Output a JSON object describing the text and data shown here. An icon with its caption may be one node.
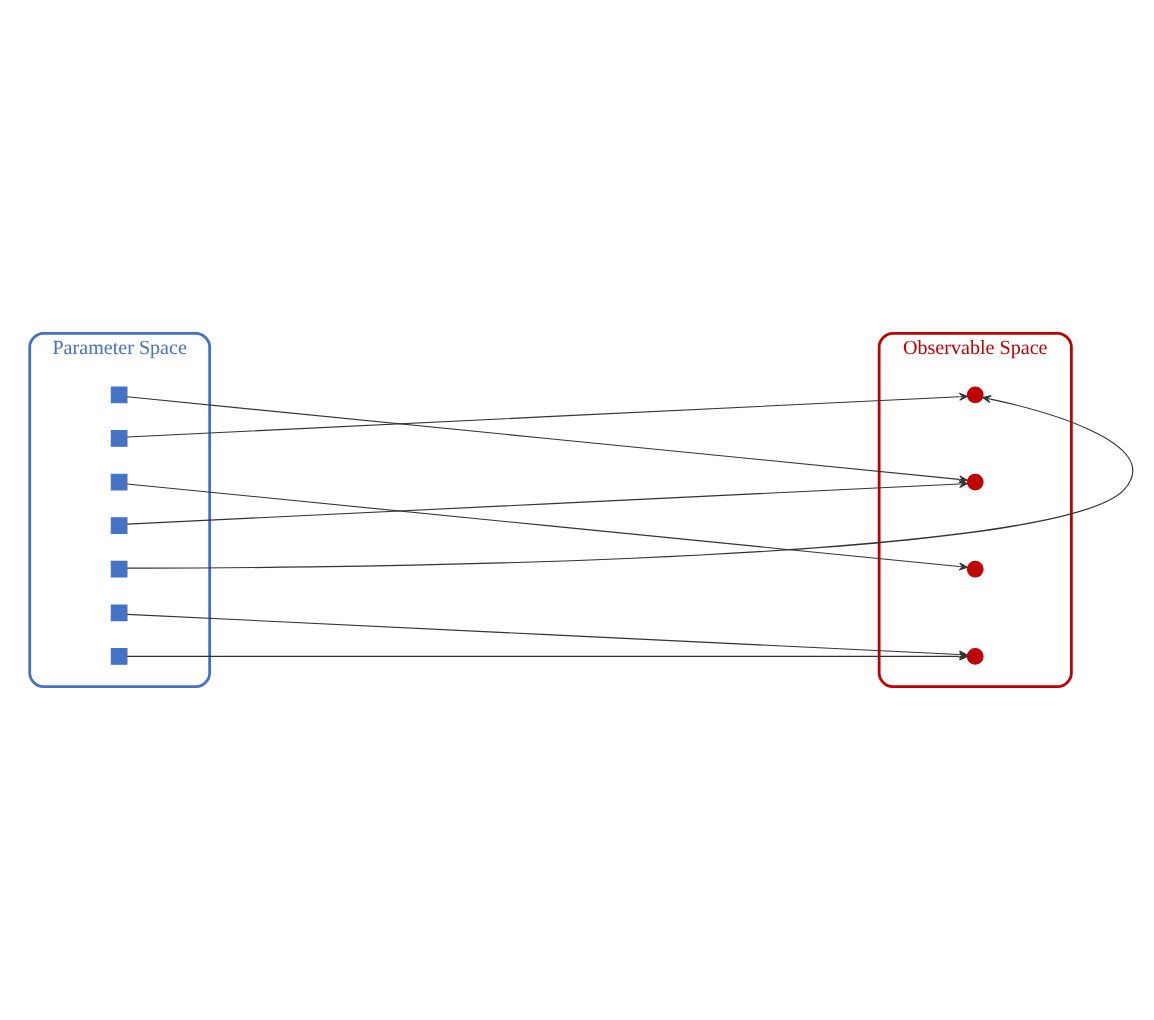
{
  "diagram": {
    "nodes": [
      {
        "text": [
          "Parameter Space"
        ]
      },
      {
        "text": [],
        "shape": "box",
        "in": 0
      },
      {
        "text": [],
        "shape": "box",
        "in": 0
      },
      {
        "text": [],
        "shape": "box",
        "in": 0
      },
      {
        "text": [],
        "shape": "box",
        "in": 0
      },
      {
        "text": [],
        "shape": "box",
        "in": 0
      },
      {
        "text": [],
        "shape": "box",
        "in": 0
      },
      {
        "text": [],
        "shape": "box",
        "in": 0
      },
      {
        "text": [
          "Observable Space"
        ]
      },
      {
        "text": [],
        "shape": "circle",
        "in": 8
      },
      {
        "text": [],
        "shape": "circle",
        "in": 8
      },
      {
        "text": [],
        "shape": "circle",
        "in": 8
      },
      {
        "text": [],
        "shape": "circle",
        "in": 8
      }
    ],
    "edges": [
      {
        "from": 1,
        "to": 10,
        "arrow": "to"
      },
      {
        "from": 2,
        "to": 9,
        "arrow": "to"
      },
      {
        "from": 3,
        "to": 11,
        "arrow": "to"
      },
      {
        "from": 4,
        "to": 10,
        "arrow": "to"
      },
      {
        "from": 5,
        "to": 9,
        "arrow": "to"
      },
      {
        "from": 6,
        "to": 12,
        "arrow": "to"
      },
      {
        "from": 7,
        "to": 12,
        "arrow": "to"
      }
    ]
  }
}
